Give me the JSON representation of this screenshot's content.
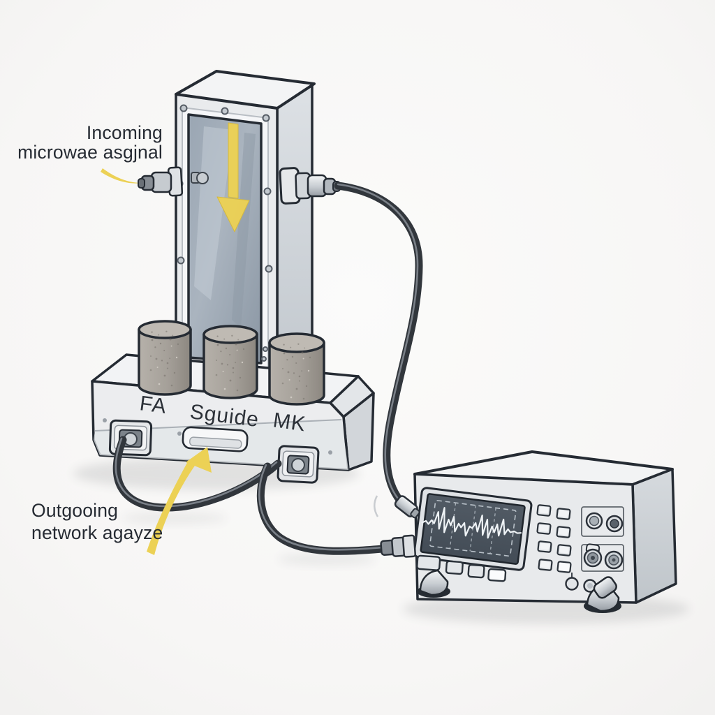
{
  "scene_title": "Microwave waveguide sample measurement with network analyzer",
  "annotations": {
    "incoming": {
      "line1": "Incoming",
      "line2": "microwae asgjnal"
    },
    "outgoing": {
      "line1": "Outgooing",
      "line2": "network agayze"
    }
  },
  "base_labels": {
    "left": "FA",
    "center": "Sguide",
    "right": "MK"
  },
  "icons": {
    "down_arrow_icon": "arrow-down",
    "incoming_swoosh_icon": "signal-swoosh",
    "pointer_arrow_icon": "arrow-up-pointer"
  },
  "colors": {
    "background": "#f7f6f5",
    "accent_yellow": "#ecd155",
    "outline_ink": "#252b33",
    "screen_slate": "#4b545e",
    "cable_dark": "#363b41",
    "concrete_gray": "#a7a29b",
    "metal_light": "#e8eaec",
    "text": "#262b33"
  }
}
